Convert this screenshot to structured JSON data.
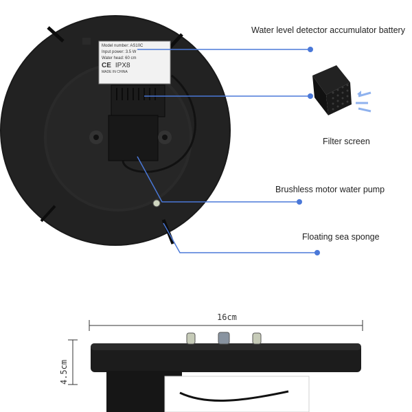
{
  "product_label": {
    "model": "Model number: AS10C",
    "power": "Input power: 3.5 W",
    "head": "Water head: 60 cm",
    "ce": "CE",
    "ipx": "IPX8",
    "origin": "MADE IN CHINA"
  },
  "callouts": {
    "battery": "Water level detector accumulator battery",
    "filter": "Filter screen",
    "pump": "Brushless motor water pump",
    "sponge": "Floating sea sponge"
  },
  "dimensions": {
    "width": "16cm",
    "height": "4.5cm"
  },
  "colors": {
    "leader_line": "#4a78d8",
    "dot": "#4a78d8",
    "body": "#1e1e1e"
  }
}
